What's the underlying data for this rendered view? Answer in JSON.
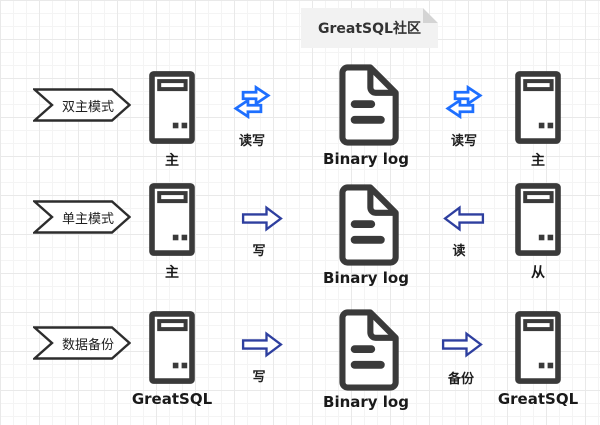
{
  "title": {
    "text": "GreatSQL社区"
  },
  "colors": {
    "icon_stroke": "#3a3a3a",
    "sync_arrow_blue": "#1e6fff",
    "flow_arrow_navy": "#2e3f9f",
    "note_fill": "#f2f2f2",
    "note_fold": "#d4d4d4",
    "grid_line": "#ededed",
    "background": "#ffffff"
  },
  "icons": {
    "server": "server-icon",
    "binary_log": "document-icon",
    "sync": "sync-arrows-icon",
    "arrow_right": "arrow-right-icon",
    "arrow_left": "arrow-left-icon",
    "mode_shape": "step-arrow-shape"
  },
  "rows": [
    {
      "mode_label": "双主模式",
      "left_node": {
        "label": "主"
      },
      "left_arrow": {
        "direction": "both",
        "label": "读写"
      },
      "center_node": {
        "label": "Binary log"
      },
      "right_arrow": {
        "direction": "both",
        "label": "读写"
      },
      "right_node": {
        "label": "主"
      }
    },
    {
      "mode_label": "单主模式",
      "left_node": {
        "label": "主"
      },
      "left_arrow": {
        "direction": "right",
        "label": "写"
      },
      "center_node": {
        "label": "Binary log"
      },
      "right_arrow": {
        "direction": "left",
        "label": "读"
      },
      "right_node": {
        "label": "从"
      }
    },
    {
      "mode_label": "数据备份",
      "left_node": {
        "label": "GreatSQL"
      },
      "left_arrow": {
        "direction": "right",
        "label": "写"
      },
      "center_node": {
        "label": "Binary log"
      },
      "right_arrow": {
        "direction": "right",
        "label": "备份"
      },
      "right_node": {
        "label": "GreatSQL"
      }
    }
  ]
}
